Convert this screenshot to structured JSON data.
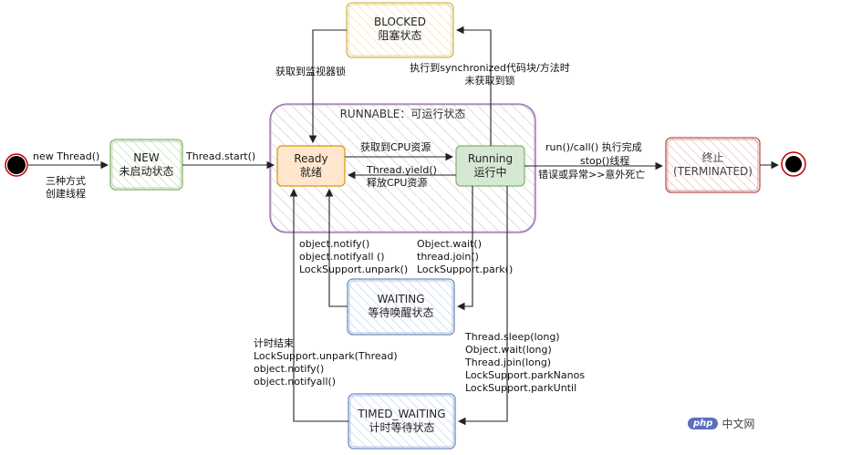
{
  "states": {
    "new": {
      "en": "NEW",
      "cn": "未启动状态"
    },
    "runnable": {
      "title": "RUNNABLE：可运行状态"
    },
    "ready": {
      "en": "Ready",
      "cn": "就绪"
    },
    "running": {
      "en": "Running",
      "cn": "运行中"
    },
    "blocked": {
      "en": "BLOCKED",
      "cn": "阻塞状态"
    },
    "waiting": {
      "en": "WAITING",
      "cn": "等待唤醒状态"
    },
    "timed_waiting": {
      "en": "TIMED_WAITING",
      "cn": "计时等待状态"
    },
    "terminated": {
      "cn": "终止",
      "en": "(TERMINATED)"
    }
  },
  "labels": {
    "new_thread": "new Thread()",
    "create_ways": [
      "三种方式",
      "创建线程"
    ],
    "thread_start": "Thread.start()",
    "get_cpu": "获取到CPU资源",
    "yield": "Thread.yield()",
    "release_cpu": "释放CPU资源",
    "get_monitor": "获取到监视器锁",
    "sync_fail": [
      "执行到synchronized代码块/方法时",
      "未获取到锁"
    ],
    "run_done": "run()/call() 执行完成",
    "stop": "stop()线程",
    "error": "错误或异常>>意外死亡",
    "notify": [
      "object.notify()",
      "object.notifyall ()",
      "LockSupport.unpark()"
    ],
    "wait": [
      "Object.wait()",
      "thread.join()",
      "LockSupport.park()"
    ],
    "timed": [
      "Thread.sleep(long)",
      "Object.wait(long)",
      "Thread.join(long)",
      "LockSupport.parkNanos",
      "LockSupport.parkUntil"
    ],
    "timeout": [
      "计时结束",
      "LockSupport.unpark(Thread)",
      "object.notify()",
      "object.notifyall()"
    ]
  },
  "watermark": {
    "badge": "php",
    "text": "中文网"
  },
  "colors": {
    "new_fill": "#d5e8d4",
    "new_stroke": "#82b366",
    "ready_fill": "#ffe6cc",
    "ready_stroke": "#d79b00",
    "running_fill": "#d5e8d4",
    "running_stroke": "#82b366",
    "blocked_fill": "#fff2cc",
    "blocked_stroke": "#d6b656",
    "waiting_fill": "#dae8fc",
    "waiting_stroke": "#6c8ebf",
    "terminated_fill": "#f8cecc",
    "terminated_stroke": "#b85450",
    "runnable_fill": "#e1d5e7",
    "runnable_stroke": "#9673a6"
  }
}
